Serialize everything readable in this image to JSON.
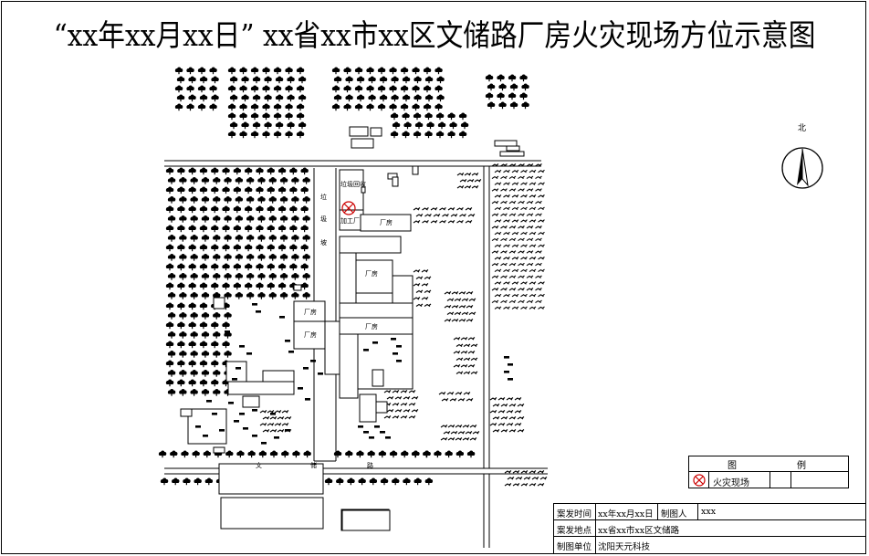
{
  "title": "“xx年xx月xx日” xx省xx市xx区文储路厂房火灾现场方位示意图",
  "compass": {
    "label": "北"
  },
  "map_labels": {
    "building_factory_top": "厂房",
    "building_factory_center": "厂房",
    "building_factory_left_a": "厂房",
    "building_factory_left_b": "厂房",
    "building_factory_mid": "厂房",
    "building_waste": "垃圾回收",
    "building_processing": "加工厂",
    "road_vertical_chars": [
      "垃",
      "圾",
      "坡"
    ],
    "road_horizontal_chars": [
      "文",
      "储",
      "路"
    ]
  },
  "legend": {
    "header_left": "图",
    "header_right": "例",
    "items": [
      {
        "symbol": "fire-icon",
        "label": "火灾现场"
      }
    ]
  },
  "info": {
    "rows": [
      {
        "k1": "案发时间",
        "v1": "xx年xx月xx日",
        "k2": "制图人",
        "v2": "xxx"
      },
      {
        "k1": "案发地点",
        "v1": "xx省xx市xx区文储路",
        "k2": "",
        "v2": ""
      },
      {
        "k1": "制图单位",
        "v1": "沈阳天元科技",
        "k2": "",
        "v2": ""
      }
    ]
  },
  "colors": {
    "ink": "#000000",
    "fire": "#cc0000",
    "paper": "#ffffff"
  }
}
